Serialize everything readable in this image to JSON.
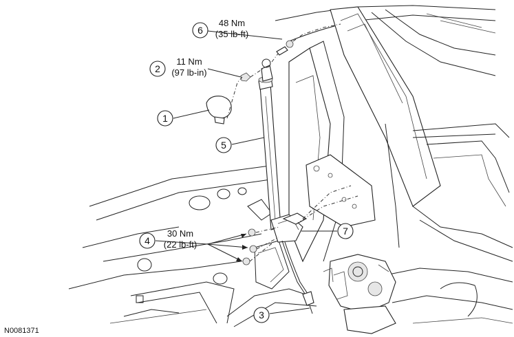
{
  "figure_id": "N0081371",
  "callouts": [
    {
      "num": "1"
    },
    {
      "num": "2",
      "torque_nm": "11 Nm",
      "torque_alt": "(97 lb-in)"
    },
    {
      "num": "3"
    },
    {
      "num": "4",
      "torque_nm": "30 Nm",
      "torque_alt": "(22 lb-ft)"
    },
    {
      "num": "5"
    },
    {
      "num": "6",
      "torque_nm": "48 Nm",
      "torque_alt": "(35 lb-ft)"
    },
    {
      "num": "7"
    }
  ]
}
